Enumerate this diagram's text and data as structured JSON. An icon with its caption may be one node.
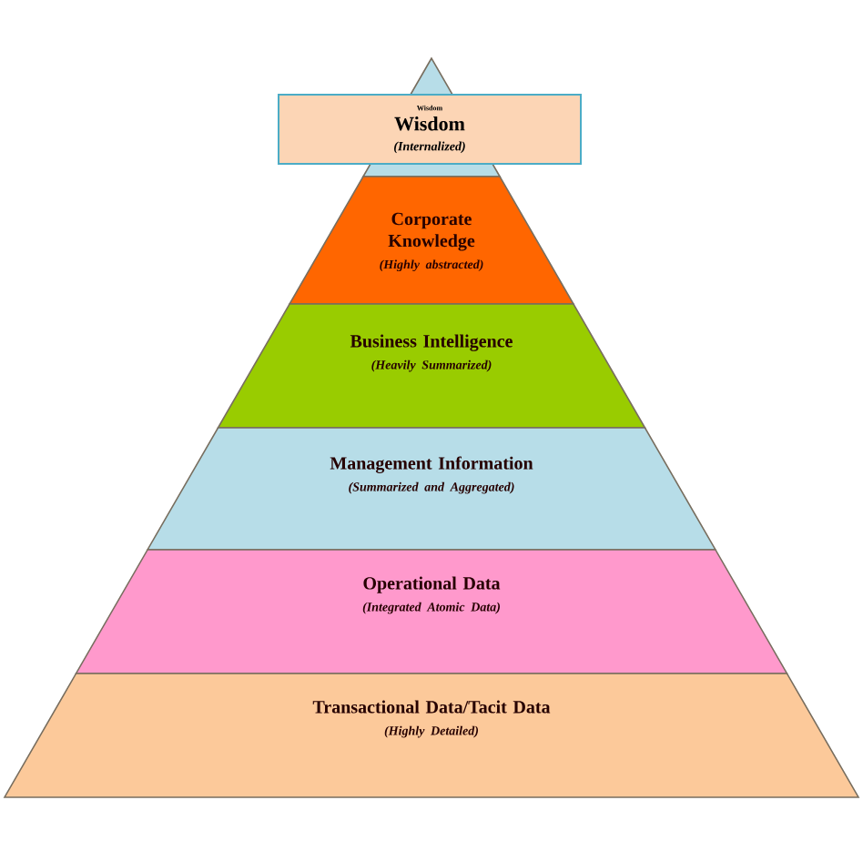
{
  "diagram": {
    "nodes": [
      {
        "text": [
          "Wisdom",
          "Wisdom",
          "(Internalized)"
        ]
      },
      {
        "text": [
          "Corporate Knowledge",
          "(Highly abstracted)"
        ]
      },
      {
        "text": [
          "Business Intelligence",
          "(Heavily Summarized)"
        ]
      },
      {
        "text": [
          "Management Information",
          "(Summarized and Aggregated)"
        ]
      },
      {
        "text": [
          "Operational Data",
          "(Integrated Atomic Data)"
        ]
      },
      {
        "text": [
          "Transactional Data/Tacit Data",
          "(Highly Detailed)"
        ]
      }
    ],
    "edges": []
  }
}
